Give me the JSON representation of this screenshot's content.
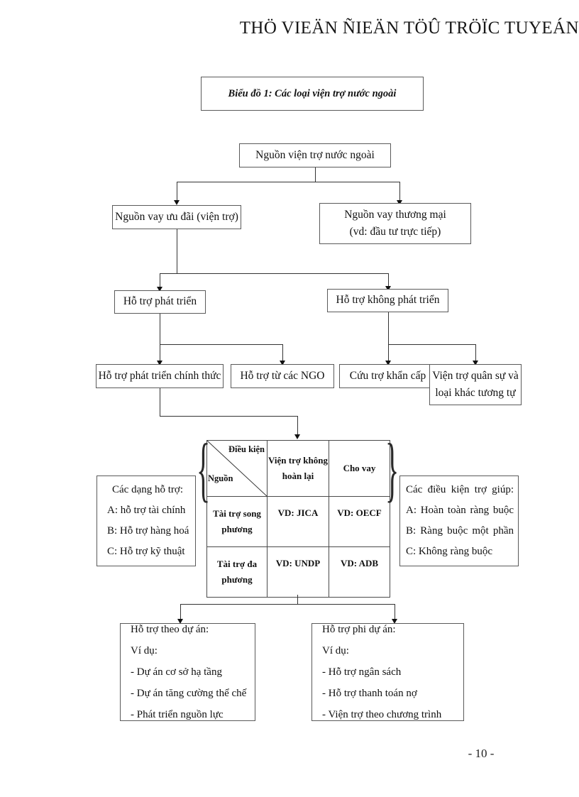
{
  "header": {
    "title": "THÖ VIEÄN ÑIEÄN TÖÛ TRÖÏC TUYEÁN"
  },
  "caption": {
    "text": "Biểu đồ 1: Các loại viện trợ nước ngoài"
  },
  "nodes": {
    "root": {
      "line1": "Nguồn viện trợ nước ngoài"
    },
    "loan_concessional": {
      "line1": "Nguồn vay ưu đãi (viện trợ)"
    },
    "loan_commercial": {
      "line1": "Nguồn vay thương mại",
      "line2": "(vd: đầu tư trực tiếp)"
    },
    "dev_aid": {
      "line1": "Hỗ trợ phát triển"
    },
    "nondev_aid": {
      "line1": "Hỗ trợ không phát triển"
    },
    "oda": {
      "line1": "Hỗ trợ phát triển chính thức"
    },
    "ngo": {
      "line1": "Hỗ trợ từ các NGO"
    },
    "emergency": {
      "line1": "Cứu trợ khẩn cấp"
    },
    "military": {
      "line1": "Viện trợ quân sự và",
      "line2": "loại khác tương tự"
    }
  },
  "left_box": {
    "lines": [
      "Các dạng hỗ trợ:",
      "A: hỗ trợ tài chính",
      "B: Hỗ trợ hàng hoá",
      "C: Hỗ trợ kỹ thuật"
    ]
  },
  "right_box": {
    "lines": [
      "Các điều kiện trợ giúp:",
      "A: Hoàn toàn ràng buộc",
      "B: Ràng buộc một phần",
      "C: Không ràng buộc"
    ]
  },
  "bottom_left_box": {
    "lines": [
      "Hỗ trợ theo dự án:",
      "Ví dụ:",
      "- Dự án cơ sở hạ tầng",
      "- Dự án tăng cường thể chế",
      "- Phát triển nguồn lực"
    ]
  },
  "bottom_right_box": {
    "lines": [
      "Hỗ trợ phi dự án:",
      "Ví dụ:",
      "- Hỗ trợ ngân sách",
      "- Hỗ trợ thanh toán nợ",
      "- Viện trợ theo chương trình"
    ]
  },
  "matrix": {
    "corner": {
      "condition_label": "Điều kiện",
      "source_label": "Nguồn"
    },
    "columns": [
      "Viện trợ không hoàn lại",
      "Cho vay"
    ],
    "column_lines": [
      [
        "Viện trợ không",
        "hoàn lại"
      ],
      [
        "Cho vay"
      ]
    ],
    "rows": [
      {
        "label_lines": [
          "Tài trợ song",
          "phương"
        ],
        "cells": [
          "VD: JICA",
          "VD: OECF"
        ]
      },
      {
        "label_lines": [
          "Tài trợ đa",
          "phương"
        ],
        "cells": [
          "VD: UNDP",
          "VD: ADB"
        ]
      }
    ]
  },
  "footer": {
    "page_number": "- 10 -"
  },
  "colors": {
    "line": "#333333",
    "border": "#5a5a5a",
    "text": "#111111",
    "background": "#ffffff"
  }
}
